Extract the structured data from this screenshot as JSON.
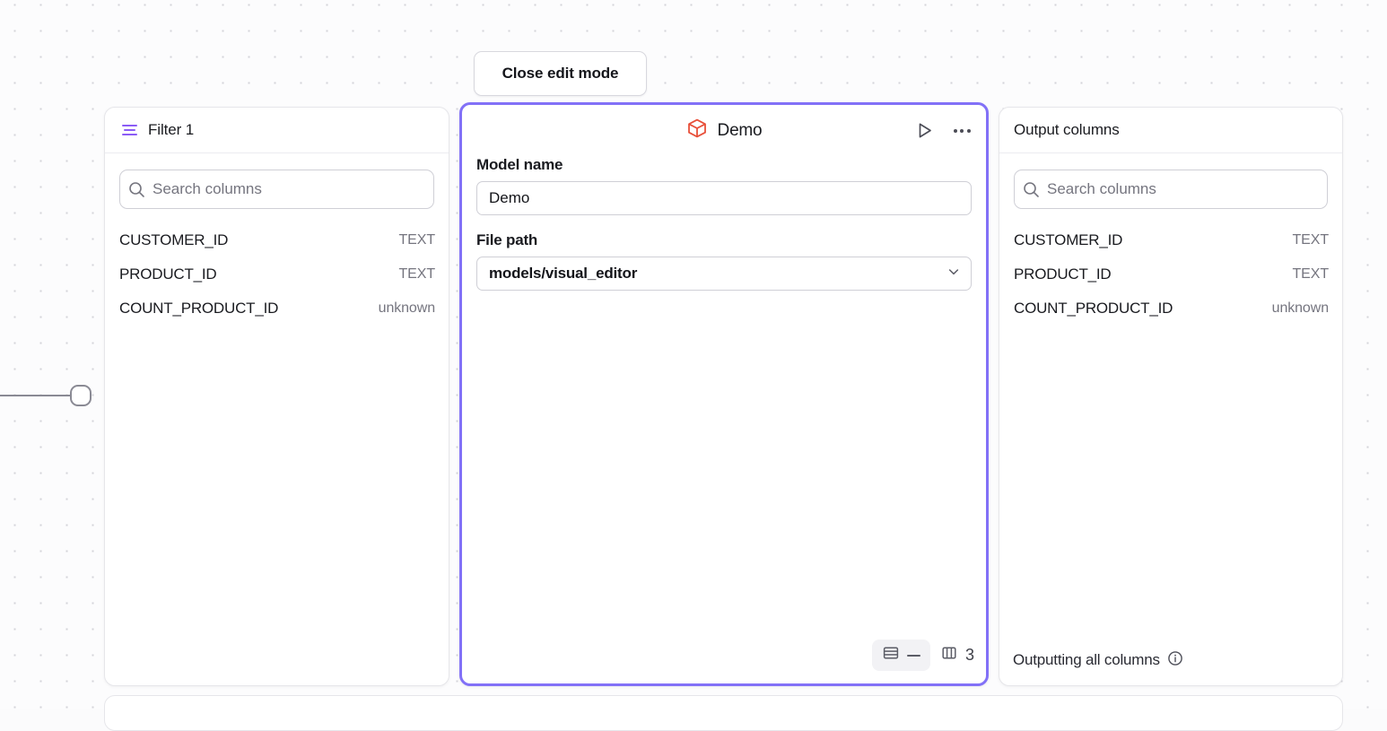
{
  "toolbar": {
    "close_edit_mode_label": "Close edit mode"
  },
  "filter_panel": {
    "title": "Filter 1",
    "icon": "filter-icon",
    "search": {
      "placeholder": "Search columns",
      "value": "",
      "icon": "search-icon"
    },
    "columns": [
      {
        "name": "CUSTOMER_ID",
        "type": "TEXT"
      },
      {
        "name": "PRODUCT_ID",
        "type": "TEXT"
      },
      {
        "name": "COUNT_PRODUCT_ID",
        "type": "unknown"
      }
    ]
  },
  "model_panel": {
    "title": "Demo",
    "icon": "cube-icon",
    "icon_color": "#e8503a",
    "border_color": "#8271f7",
    "actions": {
      "run_icon": "play-icon",
      "more_icon": "more-horizontal-icon"
    },
    "fields": {
      "model_name_label": "Model name",
      "model_name_value": "Demo",
      "file_path_label": "File path",
      "file_path_value": "models/visual_editor",
      "file_path_chevron": "chevron-down-icon"
    },
    "footer": {
      "rows_icon": "rows-icon",
      "rows_value": "—",
      "columns_icon": "columns-icon",
      "columns_count": "3"
    }
  },
  "output_panel": {
    "title": "Output columns",
    "search": {
      "placeholder": "Search columns",
      "value": "",
      "icon": "search-icon"
    },
    "columns": [
      {
        "name": "CUSTOMER_ID",
        "type": "TEXT"
      },
      {
        "name": "PRODUCT_ID",
        "type": "TEXT"
      },
      {
        "name": "COUNT_PRODUCT_ID",
        "type": "unknown"
      }
    ],
    "footer_text": "Outputting all columns",
    "footer_icon": "info-icon"
  }
}
